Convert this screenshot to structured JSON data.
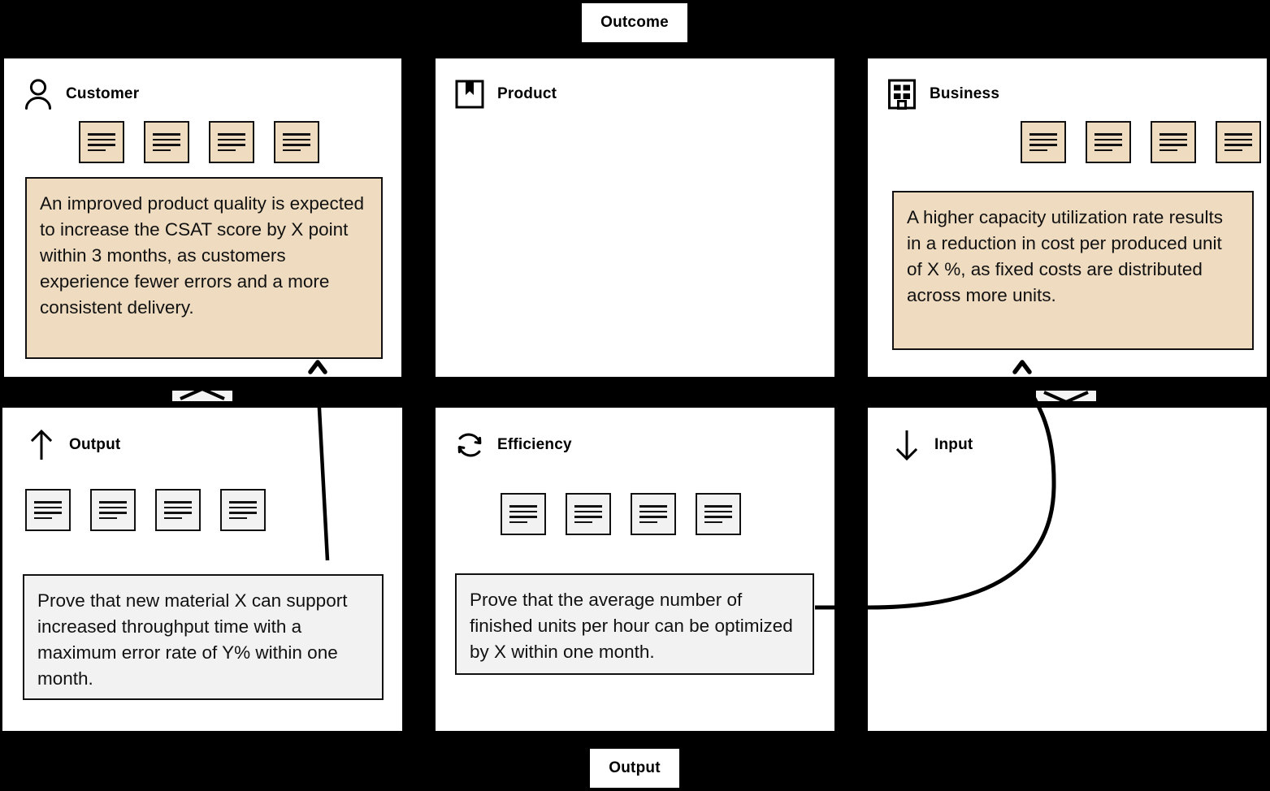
{
  "bands": {
    "top_label": "Outcome",
    "bottom_label": "Output"
  },
  "colors": {
    "background": "#000000",
    "card": "#ffffff",
    "outcome_accent": "#EFDCC0",
    "output_accent": "#F2F2F2",
    "stroke": "#111111"
  },
  "cards": [
    {
      "id": "customer",
      "title": "Customer",
      "icon": "person-icon",
      "accent": "tan",
      "doc_count": 4,
      "statement": "An improved product quality is expected to increase the CSAT score by X point within 3 months, as customers experience fewer errors and a more consistent delivery."
    },
    {
      "id": "product",
      "title": "Product",
      "icon": "package-icon",
      "accent": "tan",
      "doc_count": 0,
      "statement": ""
    },
    {
      "id": "business",
      "title": "Business",
      "icon": "building-icon",
      "accent": "tan",
      "doc_count": 4,
      "statement": "A higher capacity utilization rate results in a reduction in cost per produced unit of X %, as fixed costs are distributed across more units."
    },
    {
      "id": "output",
      "title": "Output",
      "icon": "arrow-up-icon",
      "accent": "gray",
      "doc_count": 4,
      "statement": "Prove that new material X can support increased throughput time with a maximum error rate of Y% within one month."
    },
    {
      "id": "efficiency",
      "title": "Efficiency",
      "icon": "cycle-icon",
      "accent": "gray",
      "doc_count": 4,
      "statement": "Prove that the average number of finished units per hour can be optimized by X within one month."
    },
    {
      "id": "input",
      "title": "Input",
      "icon": "arrow-down-icon",
      "accent": "gray",
      "doc_count": 0,
      "statement": ""
    }
  ]
}
